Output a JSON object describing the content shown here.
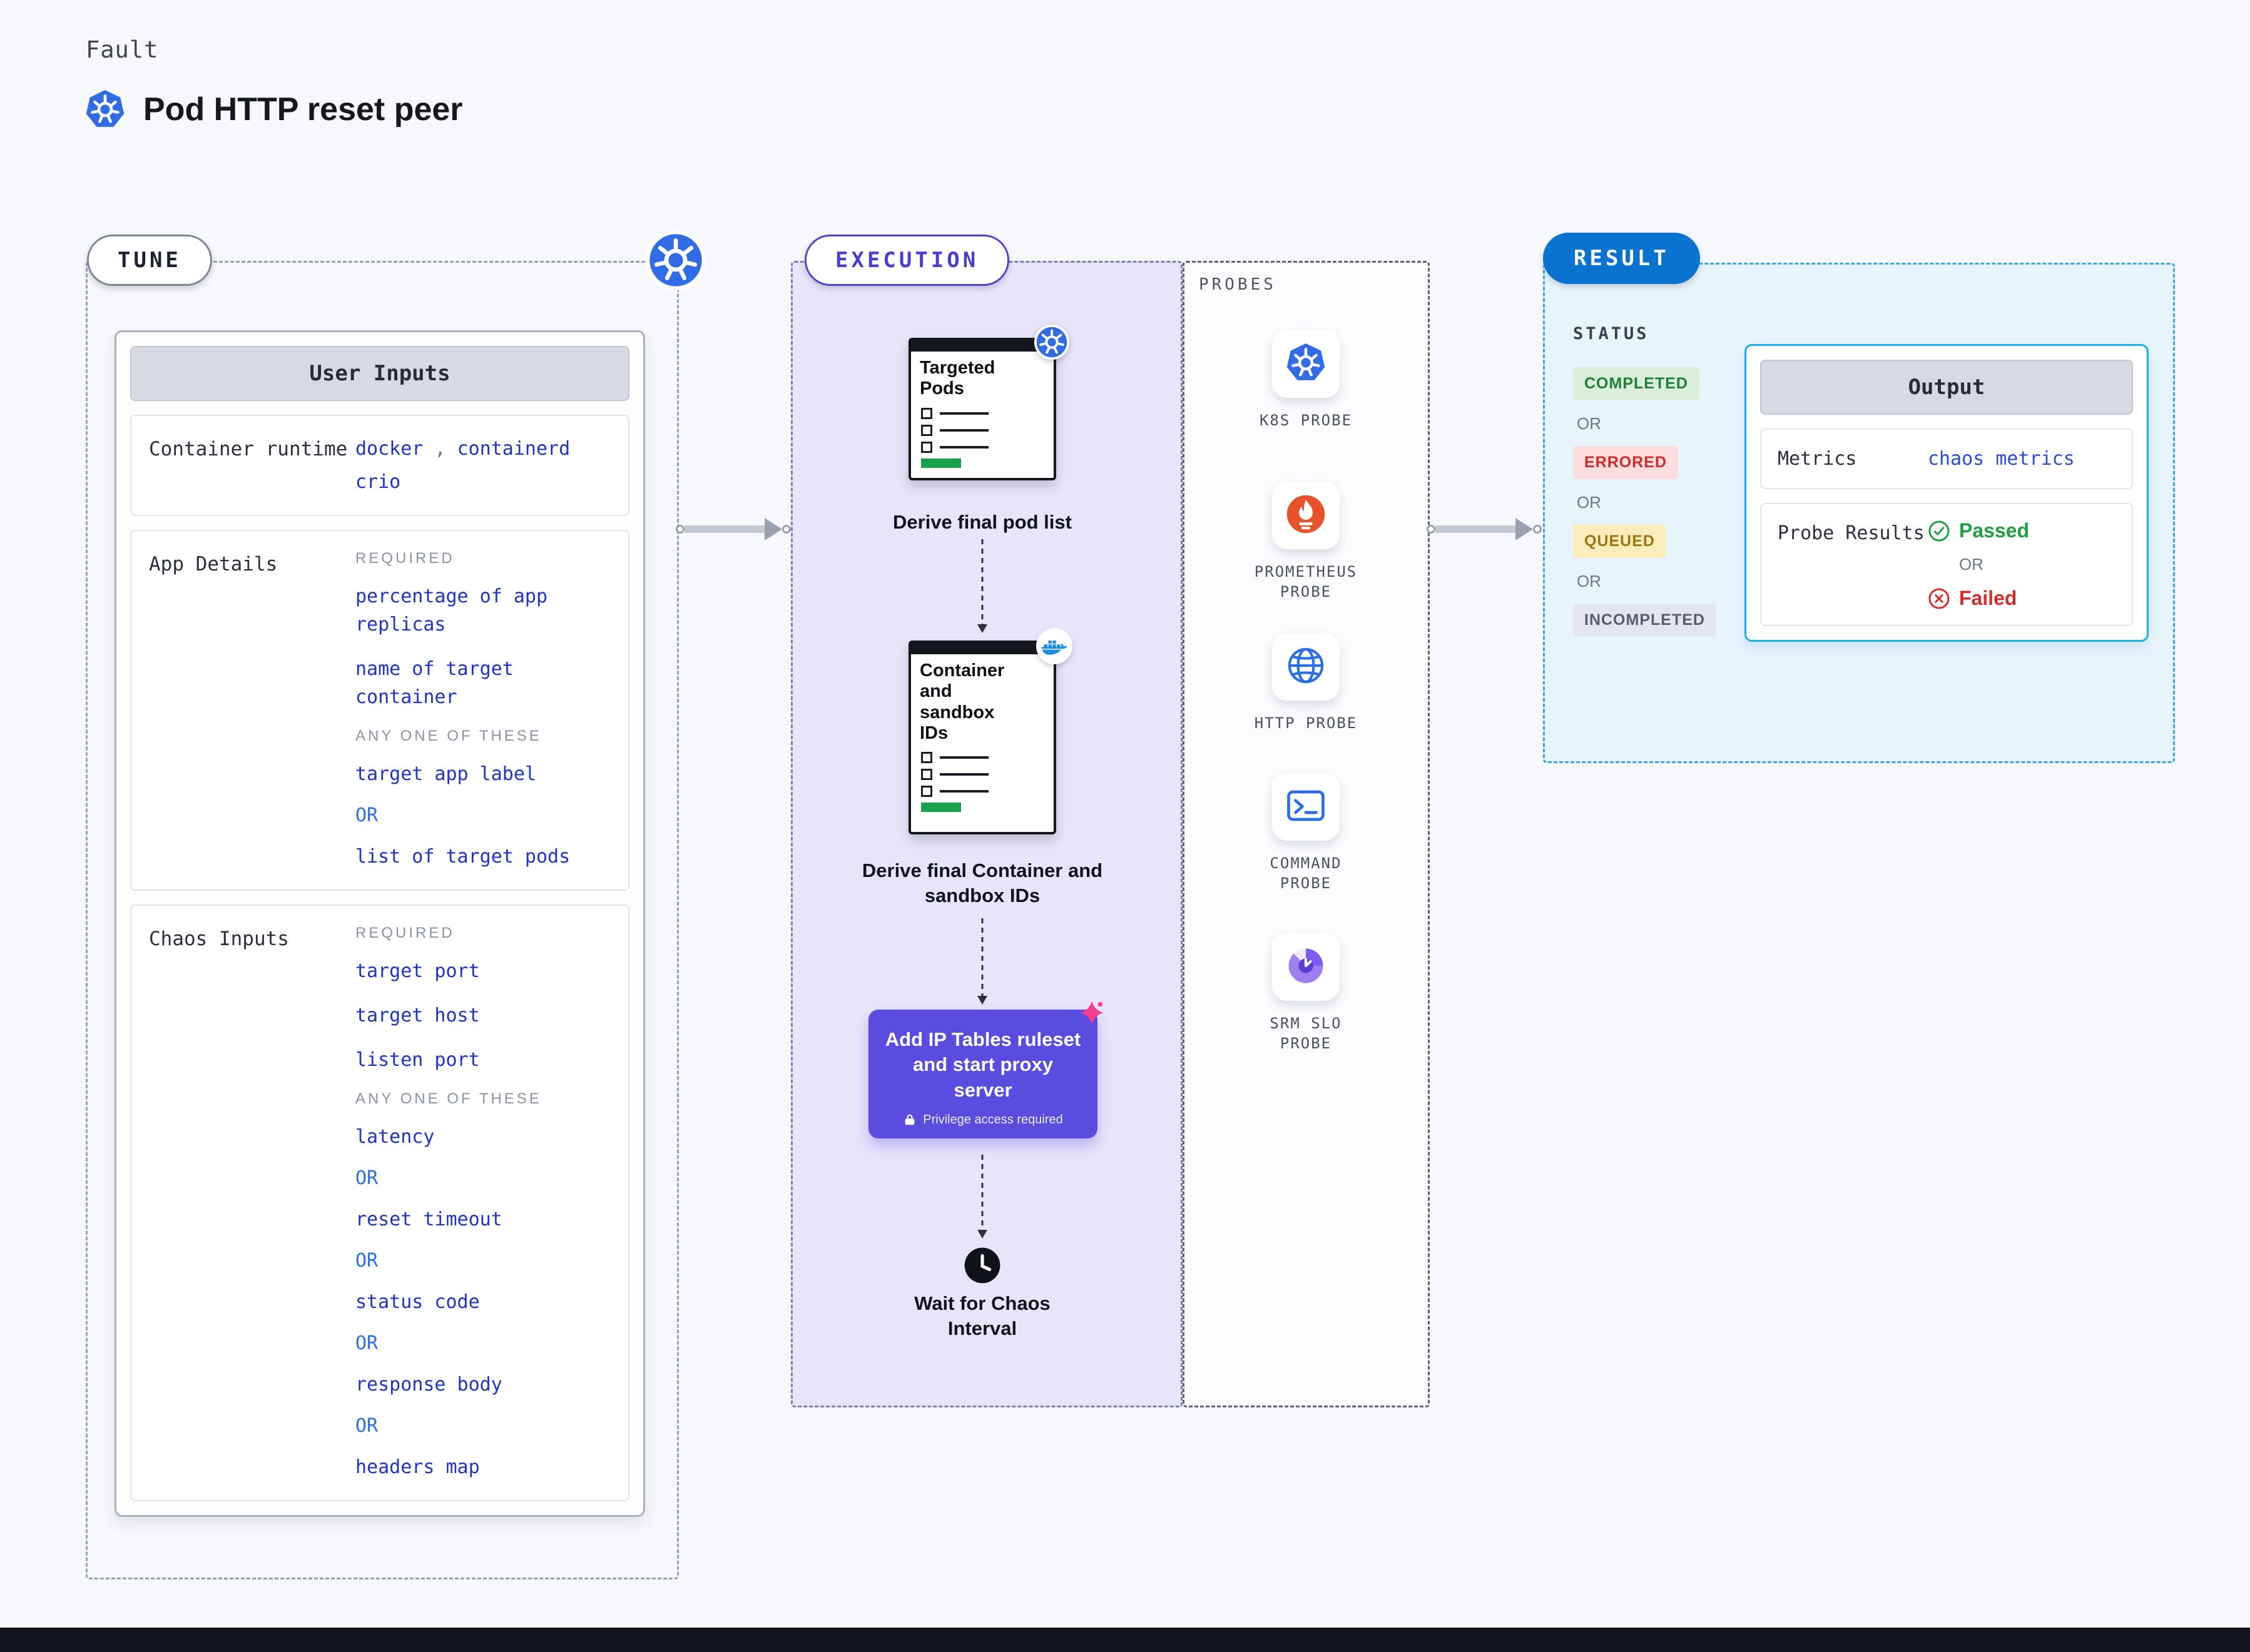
{
  "header": {
    "eyebrow": "Fault",
    "title": "Pod HTTP reset peer"
  },
  "tune": {
    "label": "TUNE",
    "panel_title": "User Inputs",
    "container_runtime": {
      "label": "Container runtime",
      "sep": ",",
      "values": [
        "docker",
        "containerd",
        "crio"
      ]
    },
    "app_details": {
      "label": "App Details",
      "required_label": "REQUIRED",
      "required": [
        "percentage of app replicas",
        "name of target container"
      ],
      "any_one_label": "ANY ONE OF THESE",
      "any_one": [
        "target app label",
        "list of target pods"
      ],
      "or_label": "OR"
    },
    "chaos_inputs": {
      "label": "Chaos Inputs",
      "required_label": "REQUIRED",
      "required": [
        "target port",
        "target host",
        "listen port"
      ],
      "any_one_label": "ANY ONE OF THESE",
      "any_one": [
        "latency",
        "reset timeout",
        "status code",
        "response body",
        "headers map"
      ],
      "or_label": "OR"
    }
  },
  "execution": {
    "label": "EXECUTION",
    "card1_title": "Targeted Pods",
    "caption1": "Derive final pod list",
    "card2_title": "Container and sandbox IDs",
    "caption2": "Derive final Container and sandbox IDs",
    "action_text": "Add IP Tables ruleset and start proxy server",
    "action_note": "Privilege access required",
    "wait_caption": "Wait for Chaos Interval"
  },
  "probes": {
    "label": "PROBES",
    "items": [
      {
        "name": "K8S PROBE",
        "icon": "kubernetes-icon"
      },
      {
        "name": "PROMETHEUS PROBE",
        "icon": "prometheus-icon"
      },
      {
        "name": "HTTP PROBE",
        "icon": "globe-icon"
      },
      {
        "name": "COMMAND PROBE",
        "icon": "terminal-icon"
      },
      {
        "name": "SRM SLO PROBE",
        "icon": "pie-chart-icon"
      }
    ]
  },
  "result": {
    "label": "RESULT",
    "status_label": "STATUS",
    "or_label": "OR",
    "statuses": [
      {
        "label": "COMPLETED",
        "bg": "#d9efdb",
        "color": "#1e7e34"
      },
      {
        "label": "ERRORED",
        "bg": "#fadddd",
        "color": "#d02b2b"
      },
      {
        "label": "QUEUED",
        "bg": "#fbecbb",
        "color": "#9c7410"
      },
      {
        "label": "INCOMPLETED",
        "bg": "#e3e6ec",
        "color": "#565e6d"
      }
    ],
    "output": {
      "title": "Output",
      "metrics_label": "Metrics",
      "metrics_value": "chaos metrics",
      "probe_results_label": "Probe Results",
      "passed_label": "Passed",
      "failed_label": "Failed",
      "or_label": "OR"
    }
  },
  "colors": {
    "kubernetes_blue": "#326ce5",
    "execution_purple": "#5b4ce0",
    "result_blue": "#0a72cf",
    "value_blue": "#2133c7",
    "or_blue": "#2e6fe6",
    "passed_green": "#1f9e42",
    "failed_red": "#d62c2c",
    "output_border_cyan": "#16b2e6",
    "prometheus_orange": "#e6522c",
    "docker_blue": "#1d8fe1"
  }
}
